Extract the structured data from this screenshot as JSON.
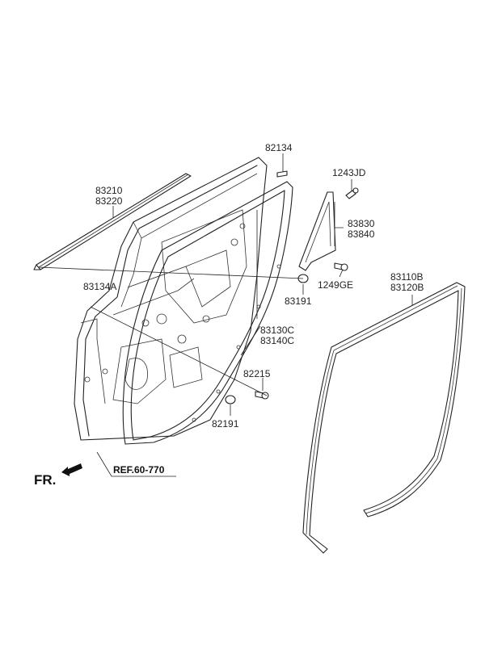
{
  "labels": {
    "p82134": "82134",
    "p83210": "83210",
    "p83220": "83220",
    "p1243JD": "1243JD",
    "p83830": "83830",
    "p83840": "83840",
    "p1249GE": "1249GE",
    "p83134A": "83134A",
    "p83191": "83191",
    "p83110B": "83110B",
    "p83120B": "83120B",
    "p83130C": "83130C",
    "p83140C": "83140C",
    "p82215": "82215",
    "p82191": "82191",
    "ref": "REF.60-770",
    "fr": "FR."
  }
}
